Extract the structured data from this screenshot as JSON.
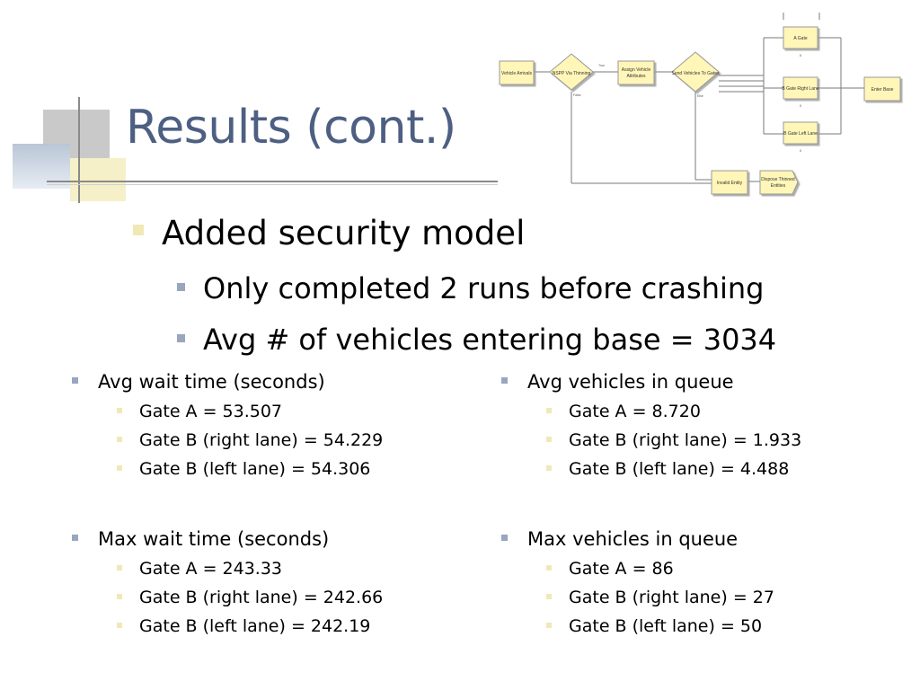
{
  "slide": {
    "title": "Results (cont.)",
    "bullets": {
      "main": "Added security model",
      "sub1": "Only completed 2 runs before crashing",
      "sub2": "Avg # of vehicles entering base = 3034"
    },
    "avg_wait": {
      "heading": "Avg wait time (seconds)",
      "items": [
        "Gate A = 53.507",
        "Gate B (right lane) = 54.229",
        "Gate B (left lane) = 54.306"
      ]
    },
    "avg_queue": {
      "heading": "Avg vehicles in queue",
      "items": [
        "Gate A = 8.720",
        "Gate B (right lane) = 1.933",
        "Gate B (left lane) = 4.488"
      ]
    },
    "max_wait": {
      "heading": "Max wait time (seconds)",
      "items": [
        "Gate A = 243.33",
        "Gate B (right lane) = 242.66",
        "Gate B (left lane) = 242.19"
      ]
    },
    "max_queue": {
      "heading": "Max vehicles in queue",
      "items": [
        "Gate A = 86",
        "Gate B (right lane) = 27",
        "Gate B (left lane) = 50"
      ]
    }
  },
  "diagram": {
    "vehicle_arrivals": "Vehicle Arrivals",
    "nspp": "NSPP Via Thinning",
    "assign_1": "Assign Vehicle",
    "assign_2": "Attributes",
    "send": "Send Vehicles To Gates",
    "gate_a": "A Gate",
    "gate_b_right": "B Gate Right Lane",
    "gate_b_left": "B Gate Left Lane",
    "enter_base": "Enter Base",
    "invalid": "Invalid Entity",
    "dispose_1": "Dispose Thinned",
    "dispose_2": "Entities",
    "true_label": "True",
    "false_label": "False",
    "else_label": "Else",
    "zero": "0"
  },
  "colors": {
    "title": "#4d5f82",
    "module_fill": "#fff6b8",
    "module_stroke": "#9a9a9a"
  }
}
